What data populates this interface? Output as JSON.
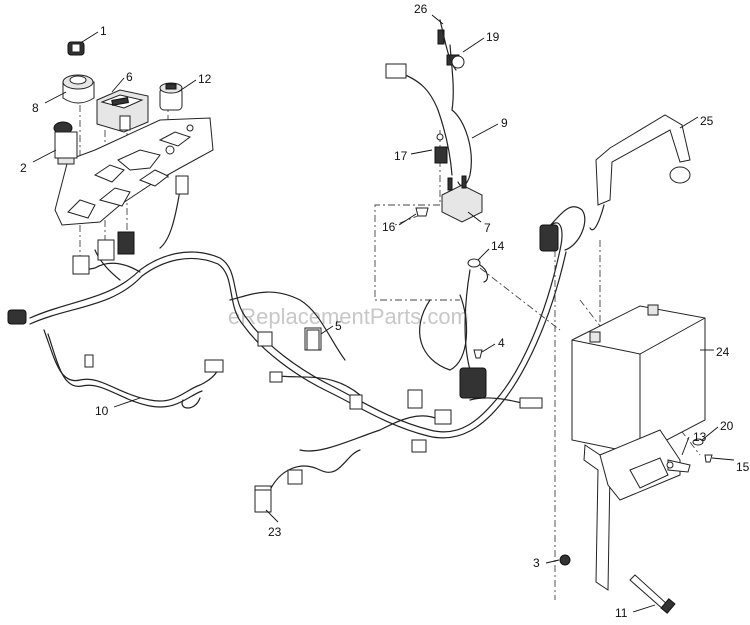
{
  "watermark": "eReplacementParts.com",
  "callouts": [
    {
      "id": "1",
      "text": "1"
    },
    {
      "id": "2",
      "text": "2"
    },
    {
      "id": "3",
      "text": "3"
    },
    {
      "id": "4",
      "text": "4"
    },
    {
      "id": "5",
      "text": "5"
    },
    {
      "id": "6",
      "text": "6"
    },
    {
      "id": "7",
      "text": "7"
    },
    {
      "id": "8",
      "text": "8"
    },
    {
      "id": "9",
      "text": "9"
    },
    {
      "id": "10",
      "text": "10"
    },
    {
      "id": "11",
      "text": "11"
    },
    {
      "id": "12",
      "text": "12"
    },
    {
      "id": "13",
      "text": "13"
    },
    {
      "id": "14",
      "text": "14"
    },
    {
      "id": "15",
      "text": "15"
    },
    {
      "id": "16",
      "text": "16"
    },
    {
      "id": "17",
      "text": "17"
    },
    {
      "id": "19",
      "text": "19"
    },
    {
      "id": "20",
      "text": "20"
    },
    {
      "id": "23",
      "text": "23"
    },
    {
      "id": "24",
      "text": "24"
    },
    {
      "id": "25",
      "text": "25"
    },
    {
      "id": "26",
      "text": "26"
    }
  ]
}
